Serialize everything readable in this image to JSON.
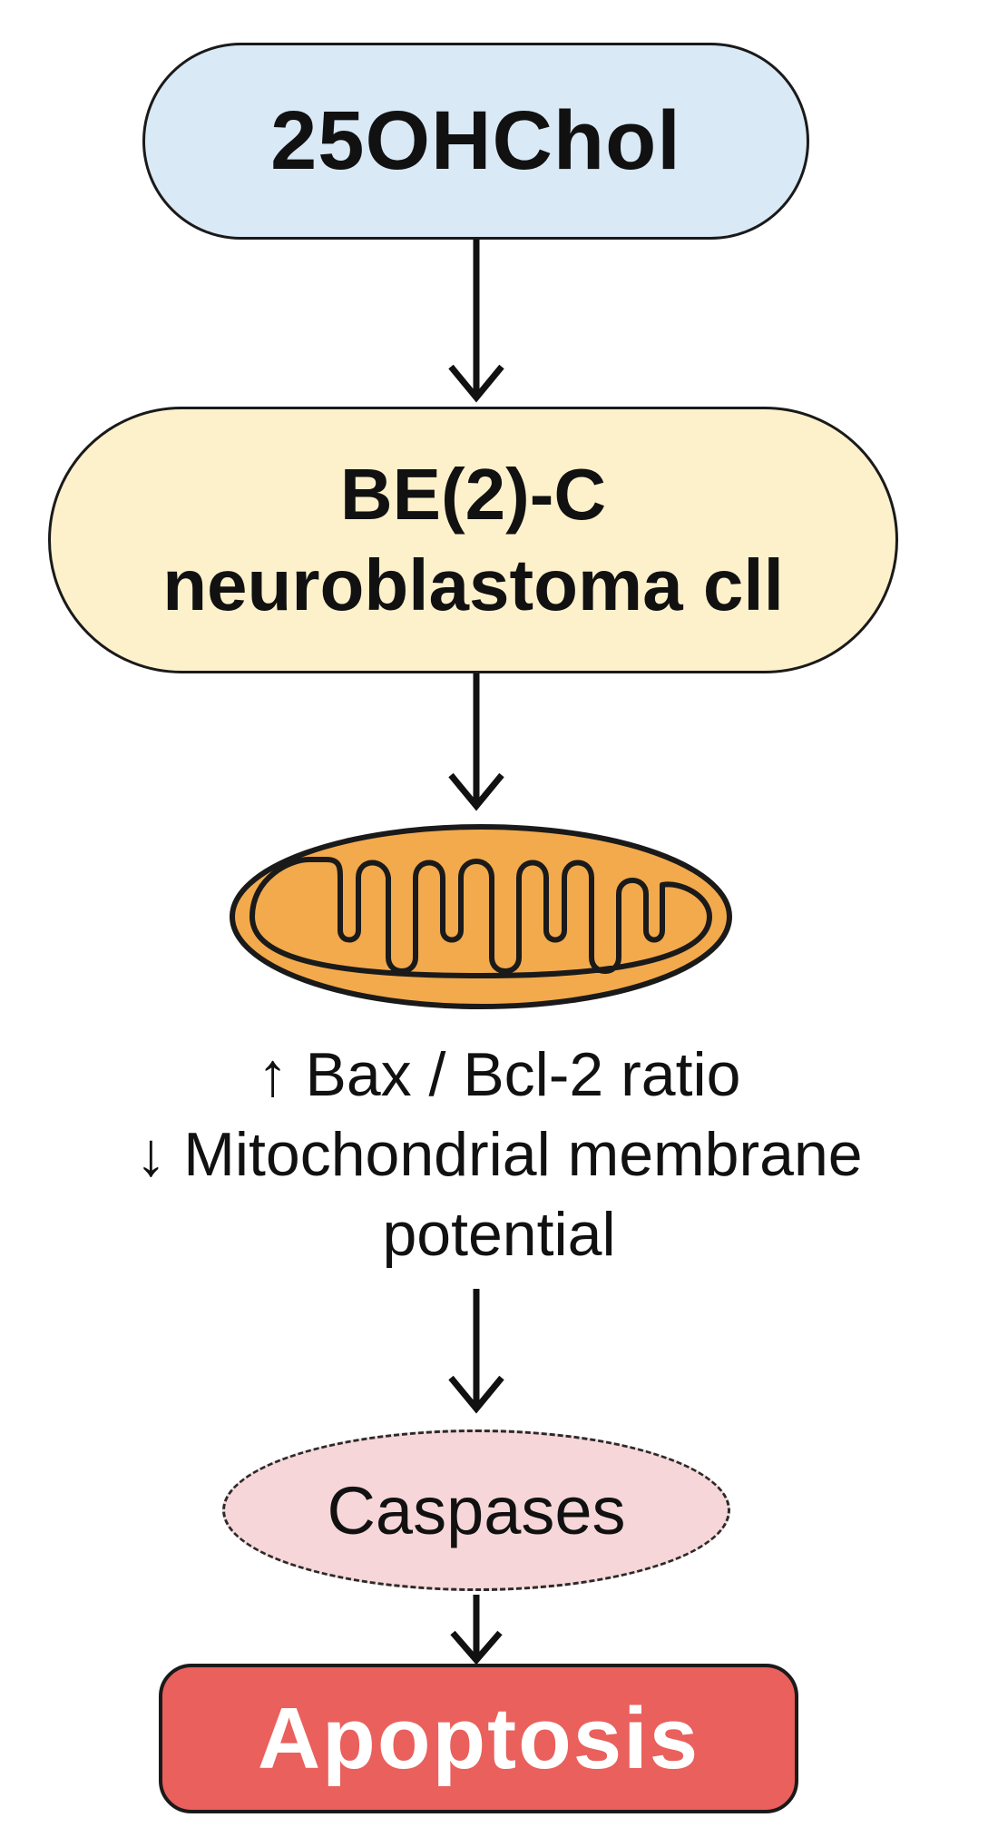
{
  "nodes": {
    "compound": "25OHChol",
    "cell_line": "BE(2)-C",
    "cell_type": "neuroblastoma cll",
    "effect_1": "↑ Bax / Bcl-2 ratio",
    "effect_2": "↓ Mitochondrial membrane",
    "effect_3": "potential",
    "caspases": "Caspases",
    "outcome": "Apoptosis"
  },
  "colors": {
    "compound_fill": "#d9e9f5",
    "cell_fill": "#fdf1cc",
    "mitochondrion_fill": "#f2aa4c",
    "caspases_fill": "#f6d6d8",
    "outcome_fill": "#e9605c"
  },
  "icons": {
    "organelle": "mitochondrion-icon"
  }
}
